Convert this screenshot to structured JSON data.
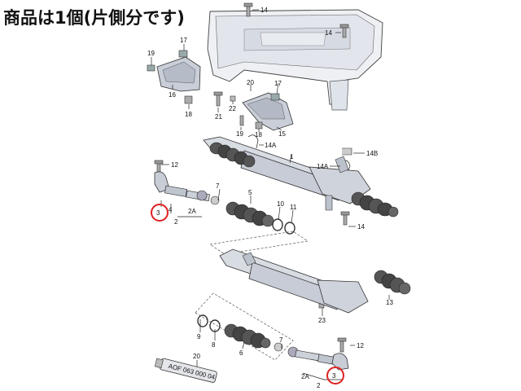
{
  "headline": "商品は1個(片側分です)",
  "highlight_color": "#e02020",
  "part_labels": {
    "p14_top": "14",
    "p14_upper": "14",
    "p17_a": "17",
    "p19_a": "19",
    "p16": "16",
    "p18_a": "18",
    "p17_b": "17",
    "p20_top": "20",
    "p21": "21",
    "p22": "22",
    "p19_b": "19",
    "p18_b": "18",
    "p15": "15",
    "p14A_a": "14A",
    "p1": "1",
    "p14B": "14B",
    "p14A_b": "14A",
    "p12_a": "12",
    "p7_a": "7",
    "p5": "5",
    "p10": "10",
    "p11": "11",
    "p3_a": "3",
    "p4": "4",
    "p2A_a": "2A",
    "p2_a": "2",
    "p14_right": "14",
    "p13": "13",
    "p23": "23",
    "p7_b": "7",
    "p9": "9",
    "p8": "8",
    "p6": "6",
    "p20": "20",
    "p12_b": "12",
    "p2A_b": "2A",
    "p3_b": "3",
    "p2_b": "2"
  },
  "tube_text": "AOF 063 000 04"
}
